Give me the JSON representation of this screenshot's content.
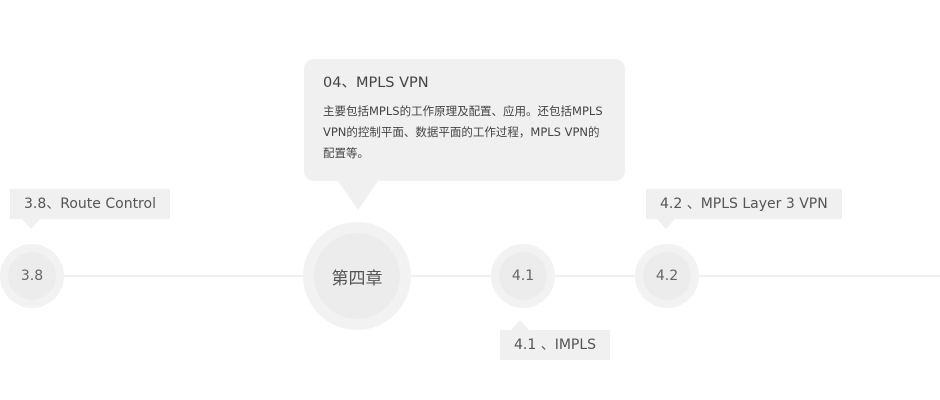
{
  "chapter": {
    "node_label": "第四章",
    "card_title": "04、MPLS VPN",
    "card_body": "主要包括MPLS的工作原理及配置、应用。还包括MPLS VPN的控制平面、数据平面的工作过程，MPLS VPN的配置等。"
  },
  "nodes": [
    {
      "label": "3.8",
      "tooltip": "3.8、Route Control"
    },
    {
      "label": "4.1",
      "tooltip": "4.1 、IMPLS"
    },
    {
      "label": "4.2",
      "tooltip": "4.2 、MPLS Layer 3 VPN"
    }
  ],
  "colors": {
    "background": "#ffffff",
    "node_outer": "#f2f2f2",
    "node_inner": "#ececec",
    "label_bg": "#f0f0f0",
    "text": "#555555",
    "line": "#f0f0f0"
  }
}
